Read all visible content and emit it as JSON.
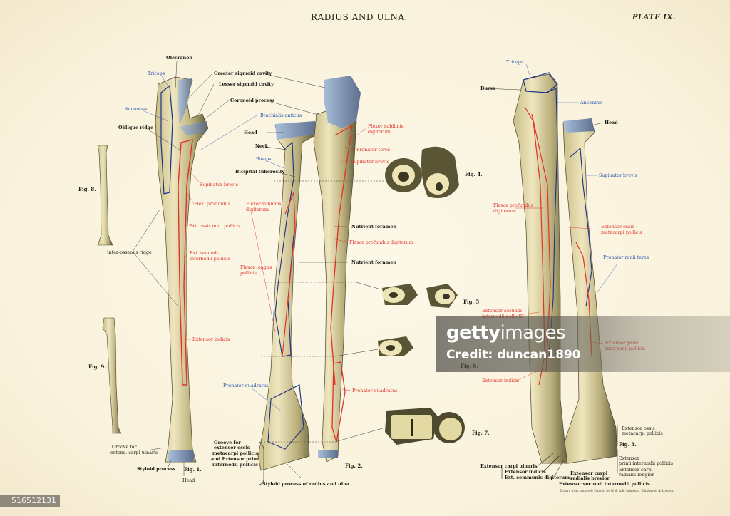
{
  "header": {
    "title": "RADIUS AND ULNA.",
    "plate": "PLATE IX."
  },
  "figures": {
    "fig1": "Fig. 1.",
    "fig2": "Fig. 2.",
    "fig3": "Fig. 3.",
    "fig4": "Fig. 4.",
    "fig5": "Fig. 5.",
    "fig6": "Fig. 6.",
    "fig7": "Fig. 7.",
    "fig8": "Fig. 8.",
    "fig9": "Fig. 9."
  },
  "labels_black": {
    "olecranon": "Olecranon",
    "greater_sigmoid": "Greater sigmoid cavity",
    "lesser_sigmoid": "Lesser sigmoid cavity",
    "coronoid": "Coronoid process",
    "oblique_ridge": "Oblique ridge",
    "head2": "Head",
    "neck": "Neck",
    "bicipital": "Bicipital tuberosity",
    "nutrient1": "Nutrient foramen",
    "nutrient2": "Nutrient foramen",
    "interosseous": "Inter-osseous ridge",
    "groove_ulnaris_1": "Groove for",
    "groove_ulnaris_2": "extens. carpi ulnaris",
    "styloid_process": "Styloid process",
    "head1": "Head",
    "groove_ext_1": "Groove for",
    "groove_ext_2": "extensor ossis",
    "groove_ext_3": "metacarpi pollicis",
    "groove_ext_4": "and Extensor primi",
    "groove_ext_5": "internodii pollicis",
    "styloid_radius_ulna": "Styloid process of radius and ulna.",
    "bursa": "Bursa",
    "head3": "Head",
    "ext_ossis_1": "Extensor ossis",
    "ext_ossis_2": "metacarpi pollicis",
    "ext_primi_1": "Extensor",
    "ext_primi_2": "primi internodii pollicis",
    "ext_carpi_long_1": "Extensor carpi",
    "ext_carpi_long_2": "radialis longior",
    "ext_carpi_uln": "Extensor carpi ulnaris",
    "ext_indicis_b": "Extensor indicis",
    "ext_communis": "Ext. communis digitorum",
    "ext_carpi_brev_1": "Extensor carpi",
    "ext_carpi_brev_2": "radialis brevior",
    "ext_secundi_b": "Extensor secundi internodii pollicis."
  },
  "labels_blue": {
    "triceps1": "Triceps",
    "anconeus1": "Anconeus",
    "brachialis": "Brachialis anticus",
    "biceps": "Biceps",
    "pronator_quad_b": "Pronator quadratus",
    "triceps3": "Triceps",
    "anconeus3": "Anconeus",
    "supinator_b": "Supinator brevis",
    "pronator_radii": "Pronator radii teres"
  },
  "labels_red": {
    "supinator1": "Supinator brevis",
    "flex_prof": "Flex. profundus",
    "ext_ossis_met": "Ext. ossis met. pollicis",
    "ext_secundi_1": "Ext. secundi",
    "ext_secundi_2": "internodii pollicis",
    "ext_indicis": "Extensor indicis",
    "flex_subl_1": "Flexor sublimis",
    "flex_subl_2": "digitorum",
    "flex_long_1": "Flexor longus",
    "flex_long_2": "pollicis",
    "flex_subl2_1": "Flexor sublimis",
    "flex_subl2_2": "digitorum",
    "pronator_teres": "Pronator teres",
    "supinator2": "Supinator brevis",
    "flex_prof_dig": "Flexor profundus digitorum",
    "pronator_quad_r": "Pronator quadratus",
    "flex_prof3_1": "Flexor profundus",
    "flex_prof3_2": "digitorum",
    "ext_ossis3_1": "Extensor ossis",
    "ext_ossis3_2": "metacarpi pollicis",
    "ext_secundi3_1": "Extensor secundi",
    "ext_secundi3_2": "internodii pollicis",
    "ext_primi3_1": "Extensor primi",
    "ext_primi3_2": "internodii pollicis",
    "ext_indicis3": "Extensor indicis"
  },
  "printer_note": "Drawn from nature & Printed by W. & A.K. Johnston, Edinburgh & London.",
  "watermark": {
    "brand_bold": "getty",
    "brand_light": "images",
    "credit": "Credit: duncan1890"
  },
  "image_id": "516512131",
  "colors": {
    "paper": "#fbf6e4",
    "bone": "#e9dfb0",
    "bone_shadow": "#6b6440",
    "cartilage": "#8fa6c4",
    "muscle_red": "#e1322a",
    "muscle_blue": "#1c2f86",
    "ink": "#1d1a15"
  }
}
